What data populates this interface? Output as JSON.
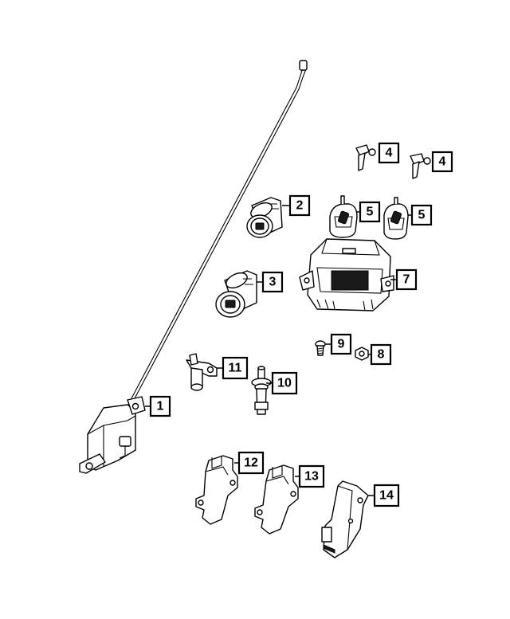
{
  "callouts": {
    "c1": "1",
    "c2": "2",
    "c3": "3",
    "c4a": "4",
    "c4b": "4",
    "c5a": "5",
    "c5b": "5",
    "c7": "7",
    "c8": "8",
    "c9": "9",
    "c10": "10",
    "c11": "11",
    "c12": "12",
    "c13": "13",
    "c14": "14"
  }
}
